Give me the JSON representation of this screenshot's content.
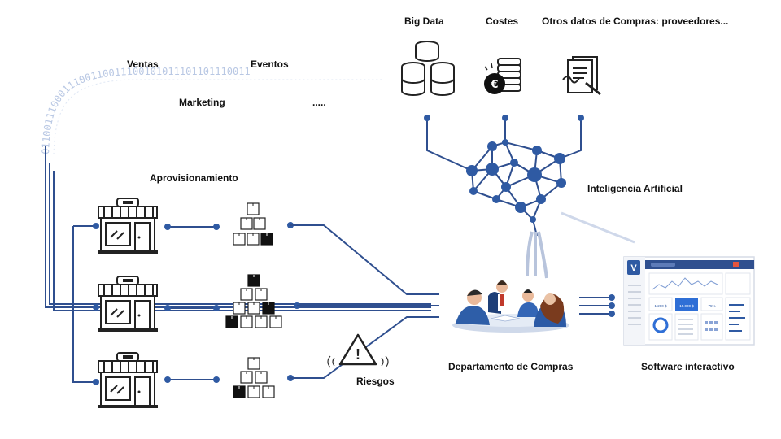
{
  "top_labels": {
    "big_data": "Big Data",
    "costes": "Costes",
    "otros": "Otros datos de Compras: proveedores..."
  },
  "stream_labels": {
    "ventas": "Ventas",
    "eventos": "Eventos",
    "marketing": "Marketing",
    "ellipsis": "....."
  },
  "binary_stream": "0110011100011100110011100101011101101110011",
  "labels": {
    "aprovisionamiento": "Aprovisionamiento",
    "ia": "Inteligencia Artificial",
    "riesgos": "Riesgos",
    "departamento": "Departamento de Compras",
    "software": "Software interactivo"
  },
  "icons": {
    "database": "database-icon",
    "coins": "euro-coins-icon",
    "document": "signed-document-icon",
    "store": "store-icon",
    "boxes": "boxes-icon",
    "warning": "warning-icon",
    "meeting": "meeting-people-icon",
    "dashboard": "dashboard-screen-icon",
    "brain": "neural-brain-icon"
  },
  "colors": {
    "line": "#2f4f8f",
    "node": "#2f5aa3",
    "binary": "#b9c8e4"
  },
  "dashboard": {
    "logo_letter": "V",
    "kpi_1": "1.200 $",
    "kpi_2": "15.000 $",
    "kpi_3": "75%"
  },
  "warning_symbol": "!"
}
